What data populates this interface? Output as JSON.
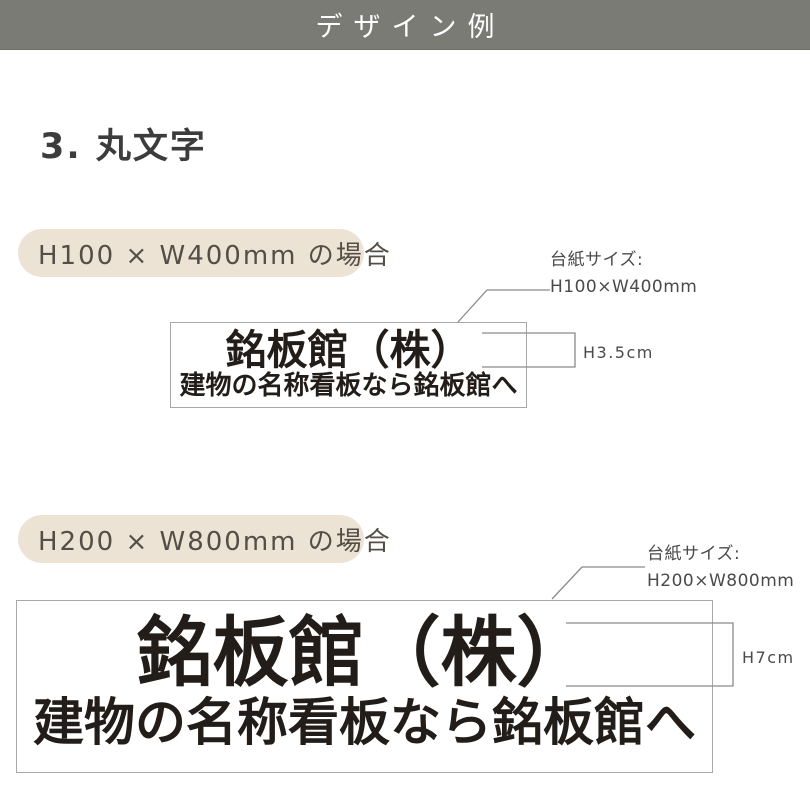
{
  "header": {
    "title": "デザイン例"
  },
  "section": {
    "heading": "3. 丸文字"
  },
  "examples": [
    {
      "case_label": "H100 × W400mm の場合",
      "annotation": {
        "label": "台紙サイズ:",
        "value": "H100×W400mm"
      },
      "height_label": "H3.5cm",
      "sign": {
        "title": "銘板館（株）",
        "subtitle": "建物の名称看板なら銘板館へ"
      }
    },
    {
      "case_label": "H200 × W800mm の場合",
      "annotation": {
        "label": "台紙サイズ:",
        "value": "H200×W800mm"
      },
      "height_label": "H7cm",
      "sign": {
        "title": "銘板館（株）",
        "subtitle": "建物の名称看板なら銘板館へ"
      }
    }
  ],
  "colors": {
    "header_gray": "#7b7b75",
    "pill_beige": "#ece3d4",
    "pill_text": "#544e46",
    "heading_text": "#3c3c3c",
    "annotation_text": "#4a4a4a",
    "measure_line": "#8a8a8a",
    "sign_border": "#a8a8a8",
    "sign_text": "#221d19"
  }
}
